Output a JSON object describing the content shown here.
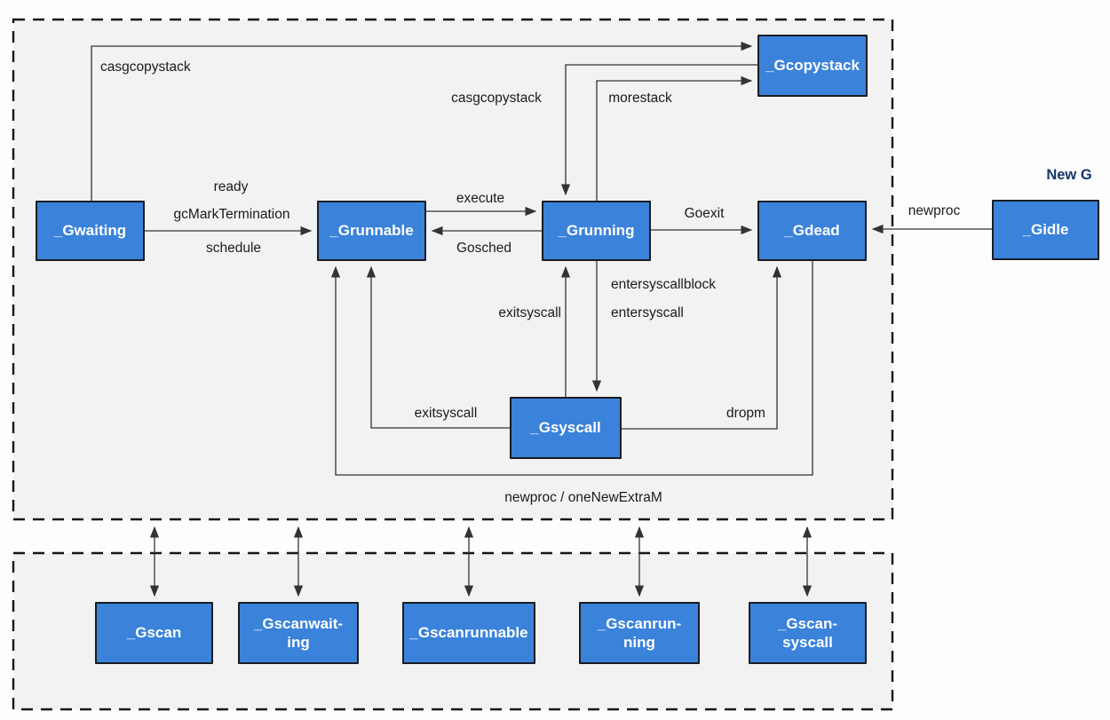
{
  "diagram": {
    "accent_color": "#3a82da",
    "node_border_color": "#1a1d21",
    "group_background": "#f2f2f2",
    "page_background": "#fdfdfd",
    "line_color": "#333333",
    "annotation_color": "#16356b"
  },
  "nodes": {
    "gwaiting": "_Gwaiting",
    "grunnable": "_Grunnable",
    "grunning": "_Grunning",
    "gdead": "_Gdead",
    "gidle": "_Gidle",
    "gcopystack": "_Gcopystack",
    "gsyscall": "_Gsyscall",
    "gscan": "_Gscan",
    "gscanwaiting": "_Gscanwait-\ning",
    "gscanrunnable": "_Gscanrunnable",
    "gscanrunning": "_Gscanrun-\nning",
    "gscansyscall": "_Gscan-\nsyscall"
  },
  "labels": {
    "casgcopystack_top": "casgcopystack",
    "casgcopystack_mid": "casgcopystack",
    "morestack": "morestack",
    "ready": "ready",
    "gc_mark_termination": "gcMarkTermination",
    "schedule": "schedule",
    "execute": "execute",
    "gosched": "Gosched",
    "goexit": "Goexit",
    "newproc": "newproc",
    "new_g": "New G",
    "entersyscallblock": "entersyscallblock",
    "entersyscall": "entersyscall",
    "exitsyscall_up": "exitsyscall",
    "exitsyscall_left": "exitsyscall",
    "dropm": "dropm",
    "newproc_one_new_extram": "newproc / oneNewExtraM"
  }
}
